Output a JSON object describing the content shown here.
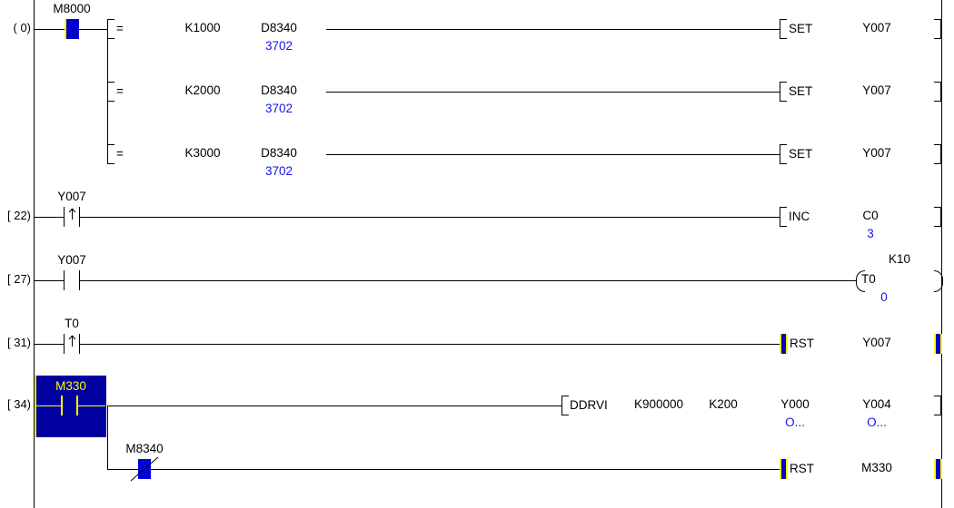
{
  "app": {
    "kind": "plc-ladder-diagram",
    "colors": {
      "background": "#ffffff",
      "line": "#000000",
      "monitor_value": "#1414e6",
      "energized_fill": "#0000c8",
      "highlight_outline": "#ffff00",
      "selection_fill": "#0000a0",
      "selection_border": "#ffffff"
    }
  },
  "rungs": [
    {
      "step": "(    0)",
      "input": {
        "device": "M8000",
        "type": "no-contact",
        "state": "energized"
      },
      "branches": [
        {
          "compare": {
            "instruction": "=",
            "operand1": "K1000",
            "operand2": "D8340",
            "operand2_value": "3702"
          },
          "output": {
            "instruction": "SET",
            "device": "Y007"
          }
        },
        {
          "compare": {
            "instruction": "=",
            "operand1": "K2000",
            "operand2": "D8340",
            "operand2_value": "3702"
          },
          "output": {
            "instruction": "SET",
            "device": "Y007"
          }
        },
        {
          "compare": {
            "instruction": "=",
            "operand1": "K3000",
            "operand2": "D8340",
            "operand2_value": "3702"
          },
          "output": {
            "instruction": "SET",
            "device": "Y007"
          }
        }
      ]
    },
    {
      "step": "[   22)",
      "input": {
        "device": "Y007",
        "type": "rising-edge-contact",
        "state": "off"
      },
      "output": {
        "instruction": "INC",
        "device": "C0",
        "device_value": "3",
        "highlighted": false
      }
    },
    {
      "step": "[   27)",
      "input": {
        "device": "Y007",
        "type": "no-contact",
        "state": "off"
      },
      "output": {
        "instruction": "coil",
        "device": "T0",
        "preset": "K10",
        "device_value": "0"
      }
    },
    {
      "step": "[   31)",
      "input": {
        "device": "T0",
        "type": "rising-edge-contact",
        "state": "off"
      },
      "output": {
        "instruction": "RST",
        "device": "Y007",
        "highlighted": true
      }
    },
    {
      "step": "[   34)",
      "input": {
        "device": "M330",
        "type": "no-contact",
        "state": "selected"
      },
      "output": {
        "instruction": "DDRVI",
        "operands": [
          "K900000",
          "K200",
          "Y000",
          "Y004"
        ],
        "operand_values": [
          "",
          "",
          "O...",
          "O..."
        ]
      },
      "sub_rung": {
        "input": {
          "device": "M8340",
          "type": "nc-contact",
          "state": "energized"
        },
        "output": {
          "instruction": "RST",
          "device": "M330",
          "highlighted": true
        }
      }
    }
  ]
}
